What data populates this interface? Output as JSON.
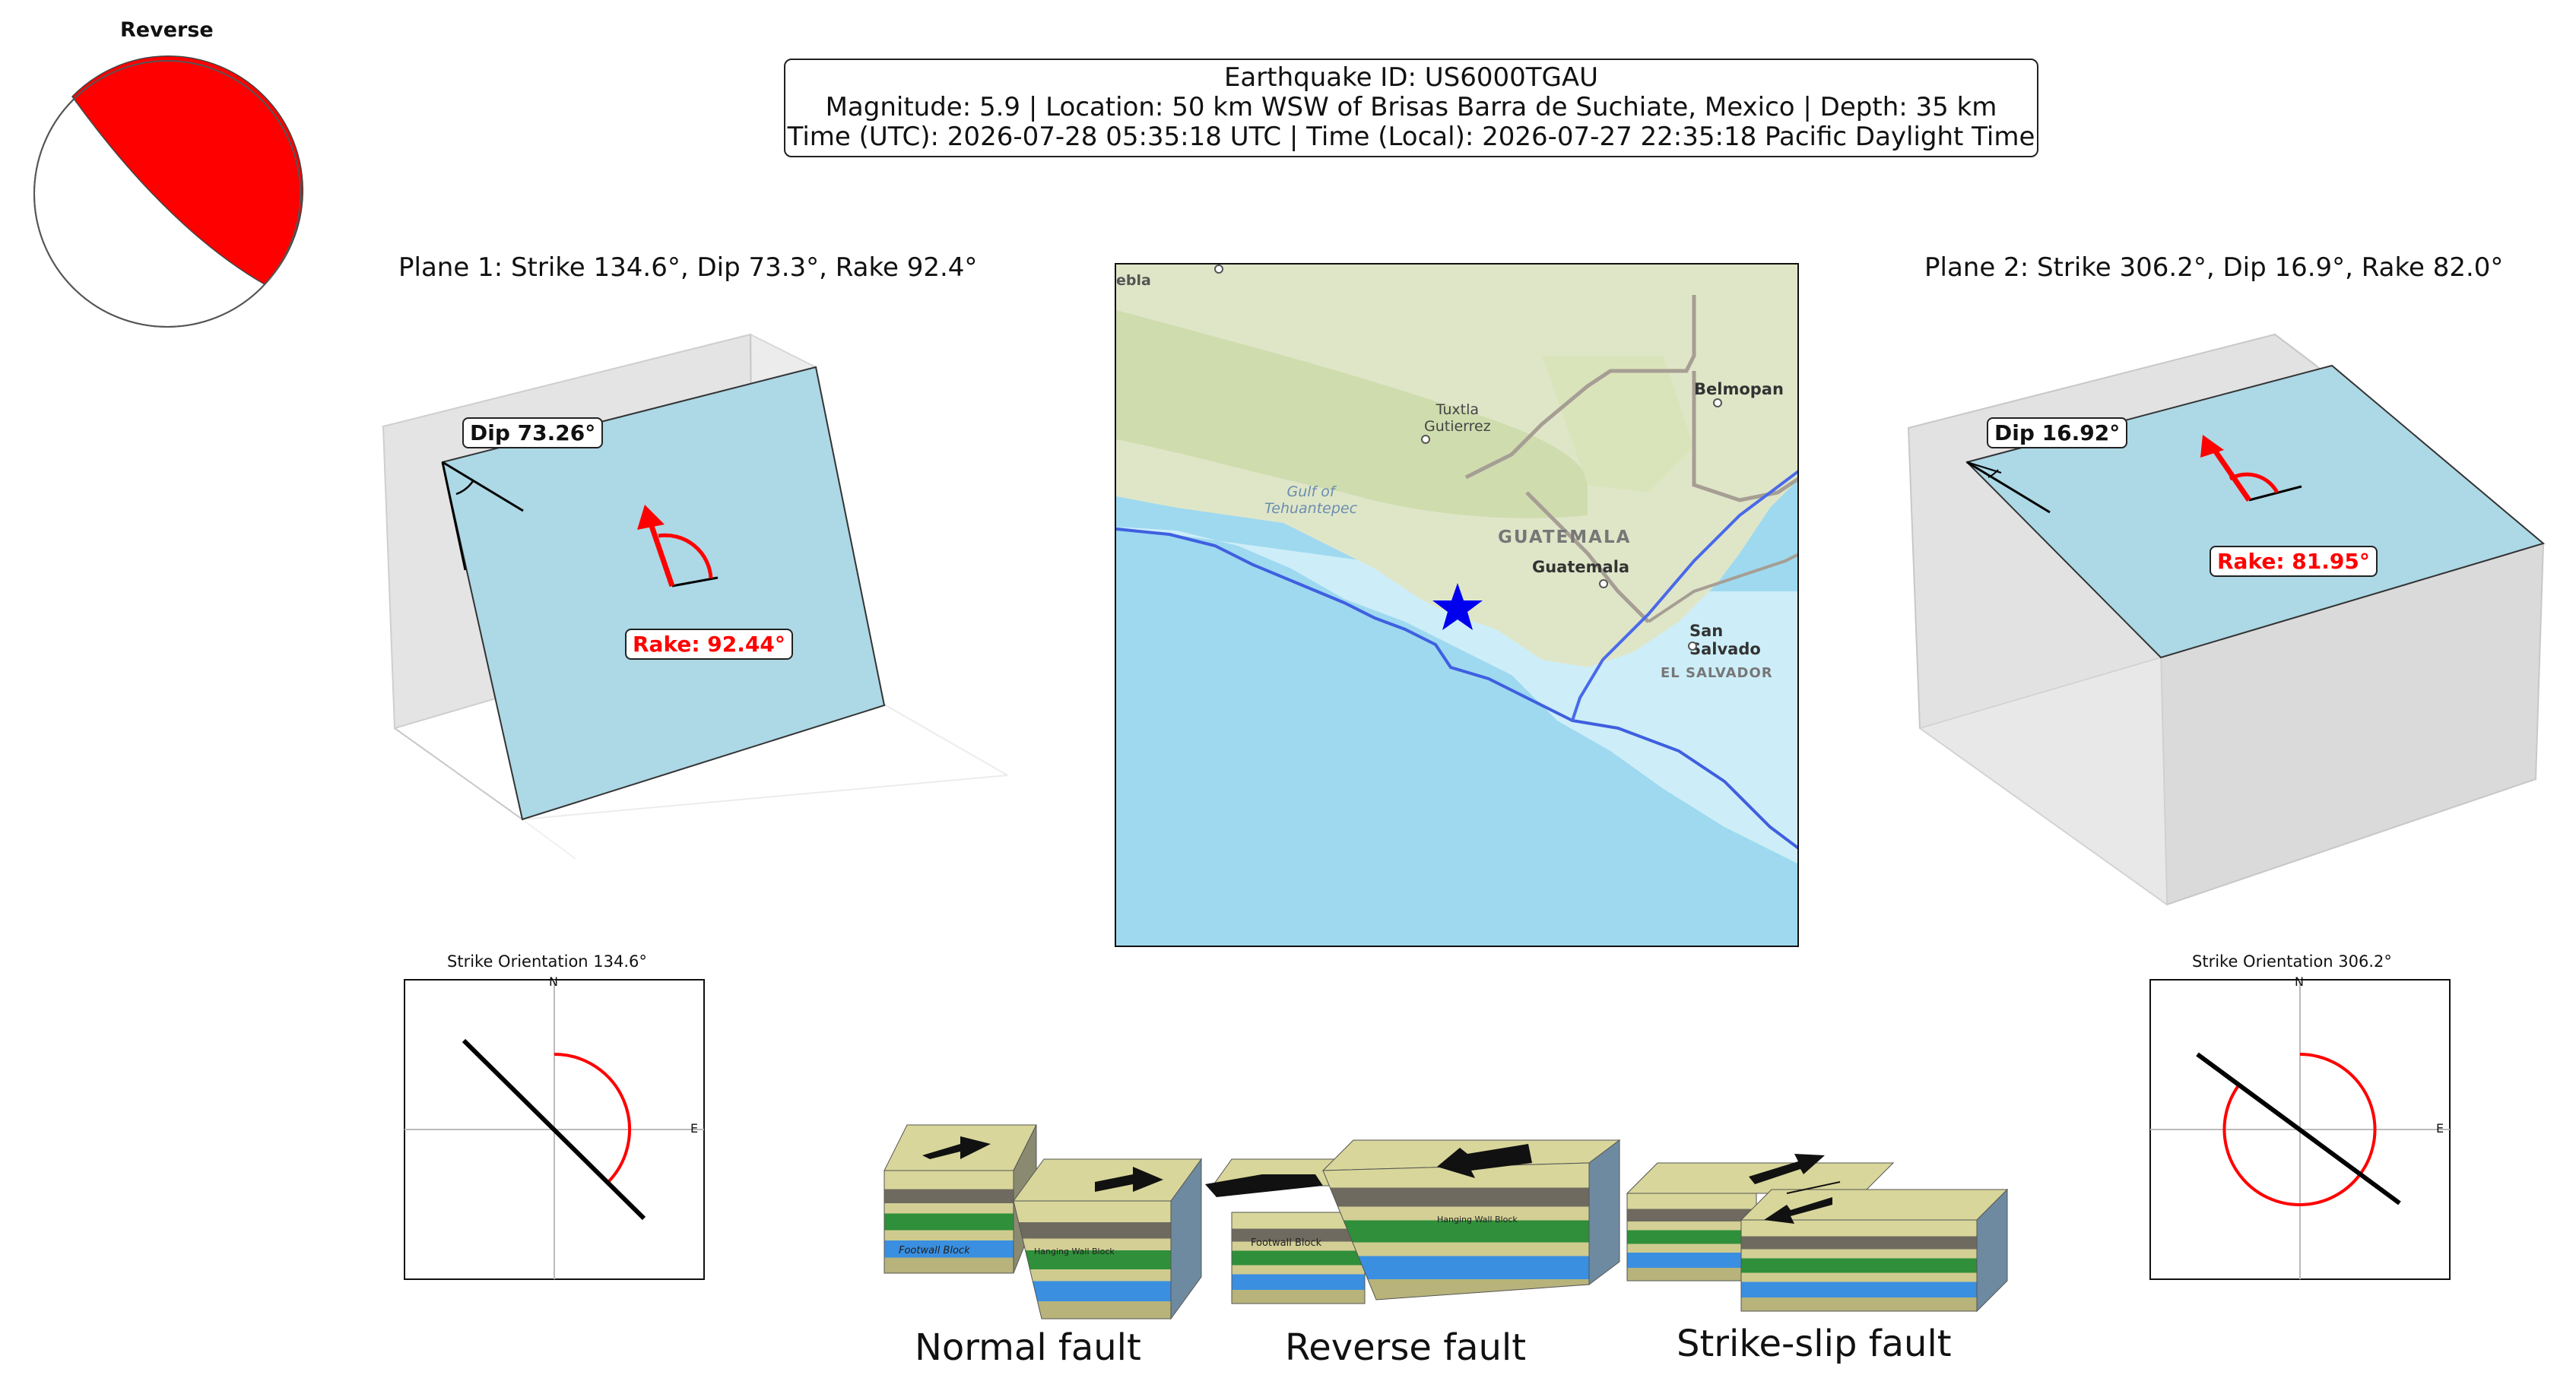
{
  "beachball": {
    "title": "Reverse",
    "compression_color": "#ff0000"
  },
  "info": {
    "line1": "Earthquake ID: US6000TGAU",
    "line2": "Magnitude: 5.9 | Location: 50 km WSW of Brisas Barra de Suchiate, Mexico | Depth: 35 km",
    "line3": "Time (UTC): 2026-07-28 05:35:18 UTC | Time (Local): 2026-07-27 22:35:18 Pacific Daylight Time"
  },
  "plane1": {
    "title": "Plane 1: Strike 134.6°, Dip 73.3°, Rake 92.4°",
    "dip_label": "Dip 73.26°",
    "rake_label": "Rake: 92.44°",
    "strike": 134.6
  },
  "plane2": {
    "title": "Plane 2: Strike 306.2°, Dip 16.9°, Rake 82.0°",
    "dip_label": "Dip 16.92°",
    "rake_label": "Rake: 81.95°",
    "strike": 306.2
  },
  "compass1": {
    "title": "Strike Orientation 134.6°",
    "north": "N",
    "east": "E"
  },
  "compass2": {
    "title": "Strike Orientation 306.2°",
    "north": "N",
    "east": "E"
  },
  "map": {
    "labels": {
      "puebla": "ebla",
      "tuxtla_1": "Tuxtla",
      "tuxtla_2": "Gutierrez",
      "belmopan": "Belmopan",
      "gulf_1": "Gulf of",
      "gulf_2": "Tehuantepec",
      "guatemala_country": "GUATEMALA",
      "guatemala_city": "Guatemala",
      "san_salvador": "San Salvado",
      "el_salvador": "EL SALVADOR"
    },
    "epicenter_color": "#0000ee"
  },
  "block_diagrams": {
    "normal": "Normal fault",
    "reverse": "Reverse fault",
    "strike_slip": "Strike-slip fault",
    "footwall": "Footwall Block",
    "hanging_wall": "Hanging Wall Block"
  },
  "colors": {
    "plane_fill": "#add8e6",
    "rake_arrow": "#ff0000",
    "box_face": "#e6e6e6"
  }
}
